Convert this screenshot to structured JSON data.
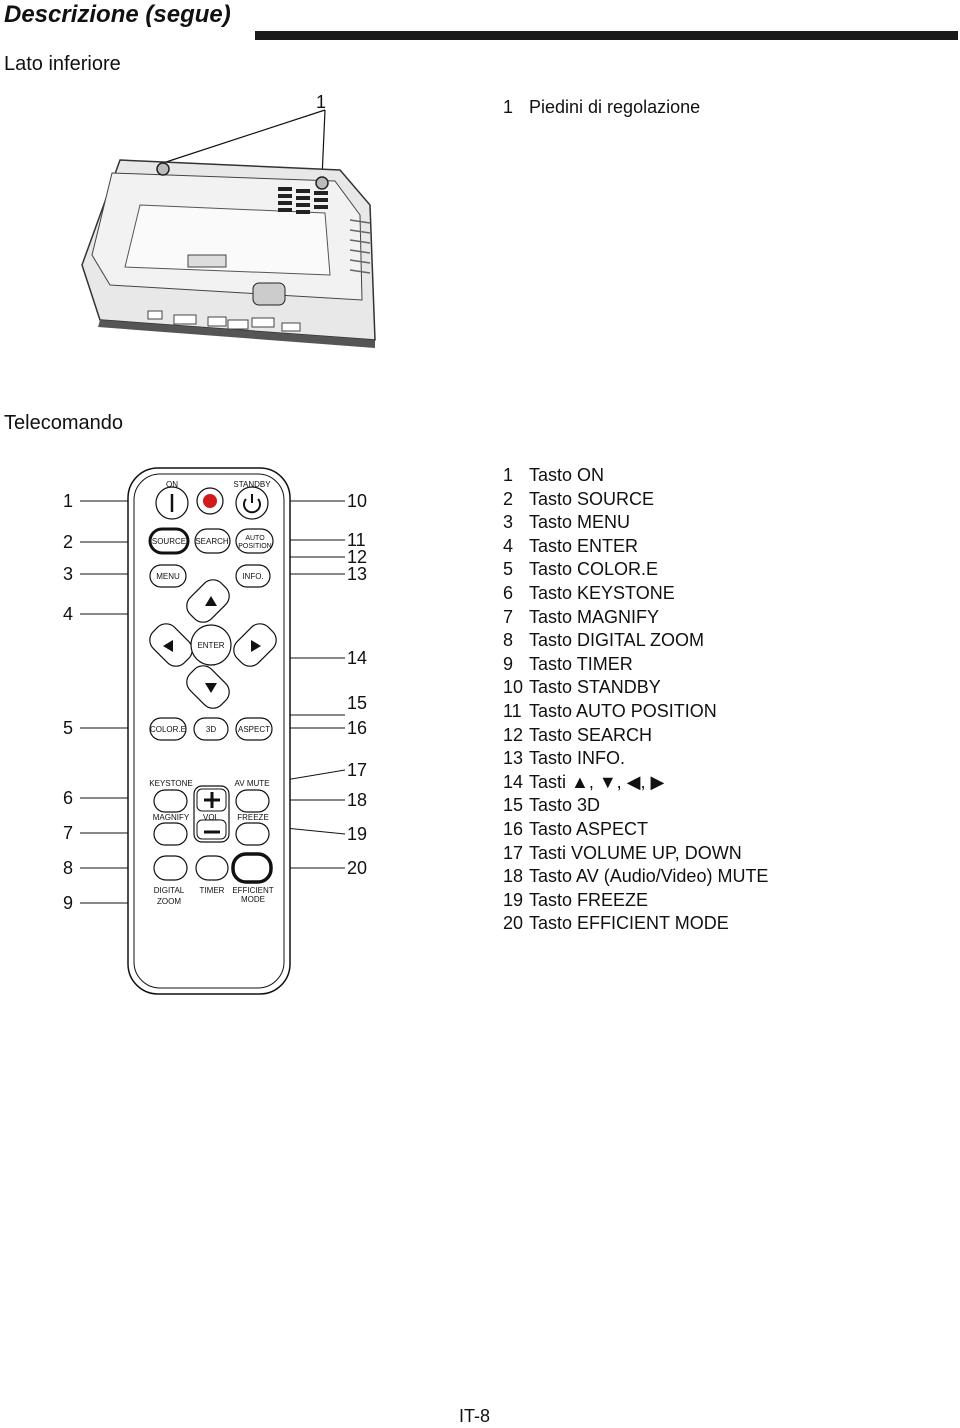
{
  "header": {
    "title": "Descrizione (segue)"
  },
  "bottom_section": {
    "title": "Lato inferiore",
    "callout": "1",
    "items": [
      {
        "n": "1",
        "label": "Piedini di regolazione"
      }
    ]
  },
  "remote_section": {
    "title": "Telecomando",
    "left_callouts": [
      "1",
      "2",
      "3",
      "4",
      "5",
      "6",
      "7",
      "8",
      "9"
    ],
    "right_callouts": [
      "10",
      "11",
      "12",
      "13",
      "14",
      "15",
      "16",
      "17",
      "18",
      "19",
      "20"
    ],
    "button_labels": {
      "on": "ON",
      "standby": "STANDBY",
      "source": "SOURCE",
      "search": "SEARCH",
      "auto_line1": "AUTO",
      "auto_line2": "POSITION",
      "menu": "MENU",
      "info": "INFO.",
      "enter": "ENTER",
      "color_e": "COLOR.E",
      "three_d": "3D",
      "aspect": "ASPECT",
      "keystone": "KEYSTONE",
      "av_mute": "AV MUTE",
      "magnify": "MAGNIFY",
      "vol": "VOL",
      "freeze": "FREEZE",
      "digital_line1": "DIGITAL",
      "digital_line2": "ZOOM",
      "timer": "TIMER",
      "efficient_line1": "EFFICIENT",
      "efficient_line2": "MODE"
    },
    "legend": [
      {
        "n": "1",
        "label": "Tasto ON"
      },
      {
        "n": "2",
        "label": "Tasto SOURCE"
      },
      {
        "n": "3",
        "label": "Tasto MENU"
      },
      {
        "n": "4",
        "label": "Tasto ENTER"
      },
      {
        "n": "5",
        "label": "Tasto COLOR.E"
      },
      {
        "n": "6",
        "label": "Tasto KEYSTONE"
      },
      {
        "n": "7",
        "label": "Tasto MAGNIFY"
      },
      {
        "n": "8",
        "label": "Tasto DIGITAL ZOOM"
      },
      {
        "n": "9",
        "label": "Tasto TIMER"
      },
      {
        "n": "10",
        "label": "Tasto STANDBY"
      },
      {
        "n": "11",
        "label": "Tasto AUTO POSITION"
      },
      {
        "n": "12",
        "label": "Tasto SEARCH"
      },
      {
        "n": "13",
        "label": "Tasto INFO."
      },
      {
        "n": "14",
        "label": "Tasti ▲, ▼, ◀, ▶"
      },
      {
        "n": "15",
        "label": "Tasto 3D"
      },
      {
        "n": "16",
        "label": "Tasto ASPECT"
      },
      {
        "n": "17",
        "label": "Tasti VOLUME UP, DOWN"
      },
      {
        "n": "18",
        "label": "Tasto AV (Audio/Video) MUTE"
      },
      {
        "n": "19",
        "label": "Tasto FREEZE"
      },
      {
        "n": "20",
        "label": "Tasto EFFICIENT MODE"
      }
    ]
  },
  "footer": {
    "page_number": "IT-8"
  }
}
